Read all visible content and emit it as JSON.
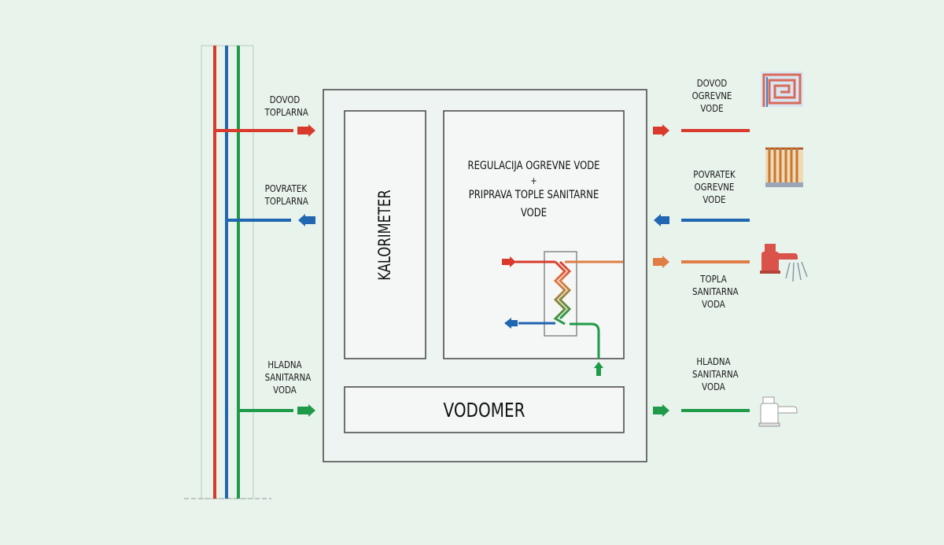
{
  "left_labels": {
    "dovod_toplarna": [
      "DOVOD",
      "TOPLARNA"
    ],
    "povratek_toplarna": [
      "POVRATEK",
      "TOPLARNA"
    ],
    "hladna_sanitarna_voda": [
      "HLADNA",
      "SANITARNA",
      "VODA"
    ]
  },
  "right_labels": {
    "dovod_ogrevne_vode": [
      "DOVOD",
      "OGREVNE",
      "VODE"
    ],
    "povratek_ogrevne_vode": [
      "POVRATEK",
      "OGREVNE",
      "VODE"
    ],
    "topla_sanitarna_voda": [
      "TOPLA",
      "SANITARNA",
      "VODA"
    ],
    "hladna_sanitarna_voda": [
      "HLADNA",
      "SANITARNA",
      "VODA"
    ]
  },
  "boxes": {
    "kalorimeter": "KALORIMETER",
    "regulacija_line1": "REGULACIJA OGREVNE VODE",
    "regulacija_plus": "+",
    "regulacija_line2": "PRIPRAVA TOPLE SANITARNE",
    "regulacija_line3": "VODE",
    "vodomer": "VODOMER"
  },
  "colors": {
    "supply_red": "#d93a2b",
    "return_blue": "#2166b0",
    "cold_green": "#1e9a48",
    "hot_orange": "#e07d45",
    "box_border": "#555555",
    "box_fill": "#eef4f1"
  },
  "icons": {
    "floor_heating": "floor-heating-icon",
    "radiator": "radiator-icon",
    "hot_tap": "hot-tap-icon",
    "cold_tap": "cold-tap-icon"
  }
}
